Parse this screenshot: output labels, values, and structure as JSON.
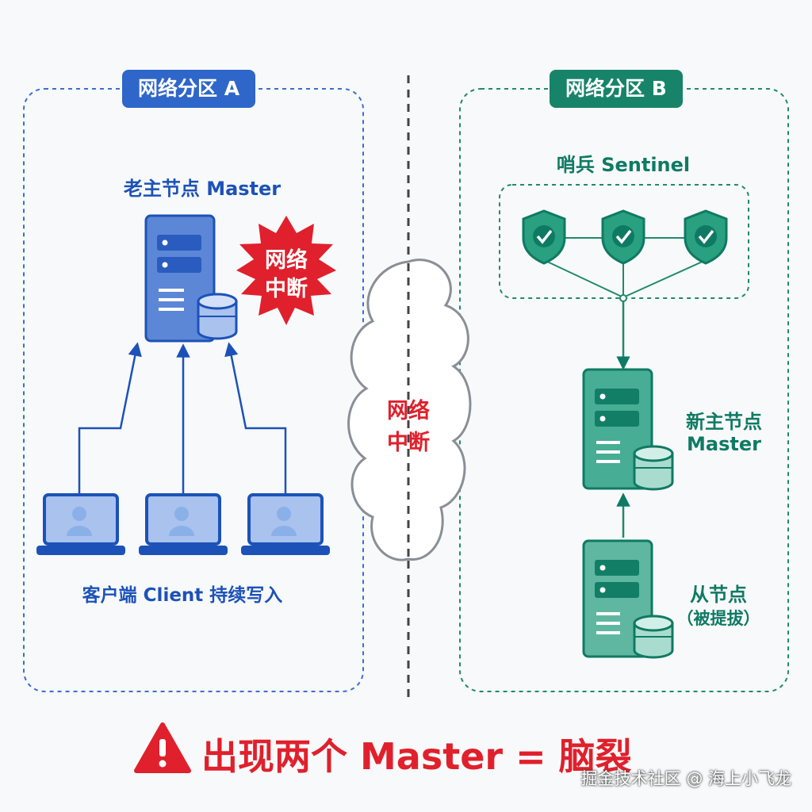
{
  "partition_a": {
    "title": "网络分区 A",
    "old_master_label": "老主节点 Master",
    "burst_line1": "网络",
    "burst_line2": "中断",
    "clients_label": "客户端 Client 持续写入"
  },
  "divider": {
    "cloud_line1": "网络",
    "cloud_line2": "中断"
  },
  "partition_b": {
    "title": "网络分区 B",
    "sentinel_label": "哨兵 Sentinel",
    "new_master_line1": "新主节点",
    "new_master_line2": "Master",
    "slave_line1": "从节点",
    "slave_line2": "（被提拔）"
  },
  "conclusion": "出现两个 Master = 脑裂",
  "watermark": "掘金技术社区 @ 海上小飞龙",
  "colors": {
    "blue": "#1c52b8",
    "blue_server": "#5b87d6",
    "green": "#0f7a64",
    "green_server": "#47ad95",
    "red": "#e0202c"
  },
  "icons": [
    "server-icon",
    "database-icon",
    "laptop-icon",
    "user-icon",
    "shield-check-icon",
    "warning-icon",
    "cloud-icon"
  ]
}
